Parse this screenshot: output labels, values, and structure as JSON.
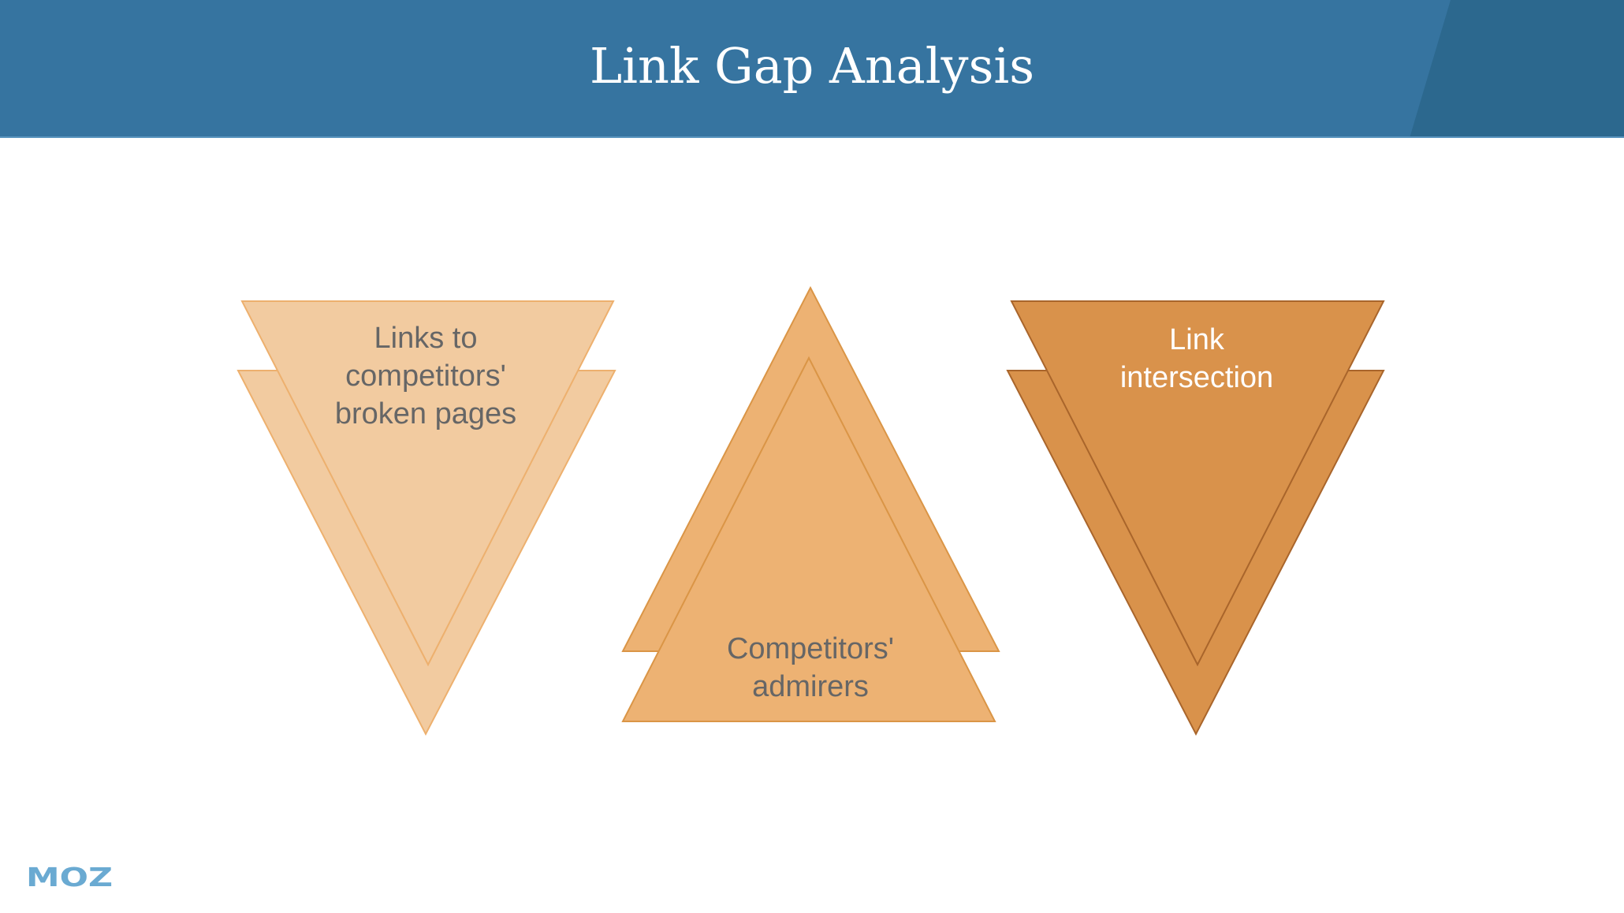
{
  "slide": {
    "title": "Link Gap Analysis"
  },
  "colors": {
    "header": "#3674A0",
    "header_accent": "#2C688E",
    "triangle_light_fill": "#F2CBA0",
    "triangle_light_stroke": "#EDB06E",
    "triangle_medium_fill": "#EDB273",
    "triangle_medium_stroke": "#DA9546",
    "triangle_dark_fill": "#D9924B",
    "triangle_dark_stroke": "#A9652B",
    "label_dark_text": "#666666",
    "label_light_text": "#FFFFFF",
    "logo": "#6AAAD2"
  },
  "triangles": [
    {
      "orientation": "down",
      "lines": [
        "Links to",
        "competitors'",
        "broken pages"
      ]
    },
    {
      "orientation": "up",
      "lines": [
        "Competitors'",
        "admirers"
      ]
    },
    {
      "orientation": "down",
      "lines": [
        "Link",
        "intersection"
      ]
    }
  ],
  "footer": {
    "logo_text": "MOZ"
  }
}
